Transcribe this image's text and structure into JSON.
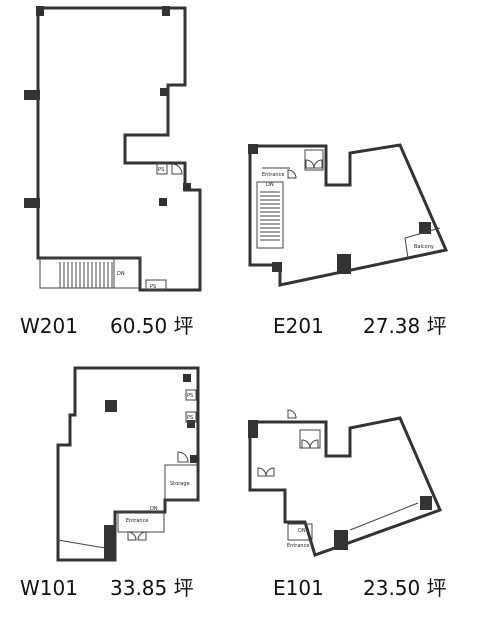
{
  "plans": [
    {
      "unit": "W201",
      "area": "60.50 坪",
      "labels": {
        "entrance": "",
        "dn": "DN",
        "ps": "PS",
        "ps2": "PS"
      }
    },
    {
      "unit": "E201",
      "area": "27.38 坪",
      "labels": {
        "entrance": "Entrance",
        "dn": "DN",
        "balcony": "Balcony"
      }
    },
    {
      "unit": "W101",
      "area": "33.85 坪",
      "labels": {
        "entrance": "Entrance",
        "dn": "DN",
        "storage": "Storage",
        "ps": "PS",
        "ps2": "PS"
      }
    },
    {
      "unit": "E101",
      "area": "23.50 坪",
      "labels": {
        "entrance": "Entrance",
        "dn": "DN"
      }
    }
  ]
}
